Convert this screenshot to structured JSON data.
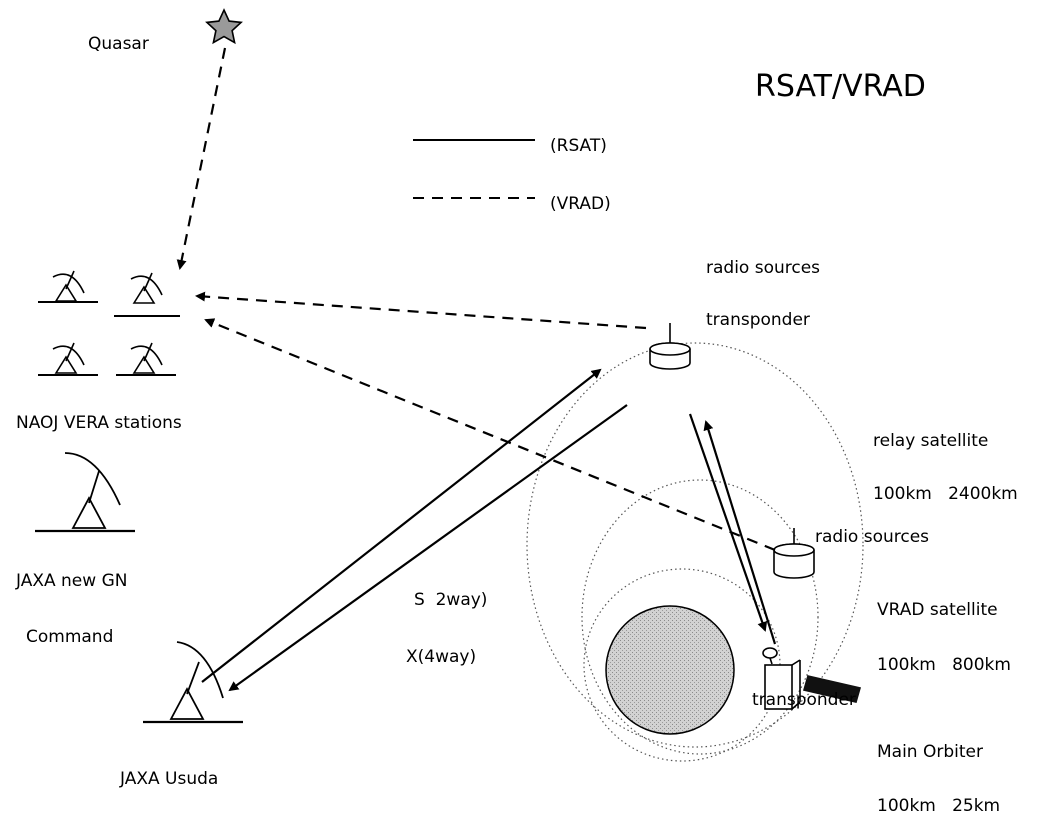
{
  "title": "RSAT/VRAD",
  "legend": {
    "solid_label": "(RSAT)",
    "dashed_label": "(VRAD)"
  },
  "labels": {
    "quasar": "Quasar",
    "radio_sources_top": "radio sources",
    "transponder_top": "transponder",
    "naoj_vera": "NAOJ VERA stations",
    "jaxa_new_gn": "JAXA new GN",
    "command": "Command",
    "s_2way": "S  2way)",
    "x_4way": "X(4way)",
    "jaxa_usuda": "JAXA Usuda",
    "relay_satellite": "relay satellite",
    "relay_orbit": "100km   2400km",
    "radio_sources_mid": "radio sources",
    "vrad_satellite": "VRAD satellite",
    "vrad_orbit": "100km   800km",
    "transponder_bottom": "transponder",
    "main_orbiter": "Main Orbiter",
    "main_orbit": "100km   25km"
  },
  "colors": {
    "ink": "#000000",
    "moon_fill": "#c8c8c8",
    "star_fill": "#9a9a9a",
    "orbit_dot": "#555555"
  }
}
